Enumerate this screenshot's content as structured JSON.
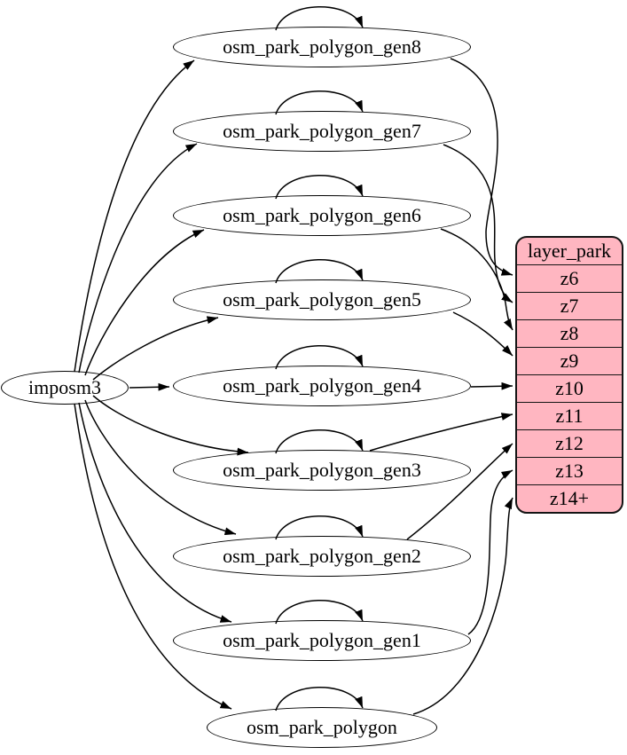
{
  "diagram": {
    "nodes": [
      {
        "id": "imposm3",
        "label": "imposm3"
      },
      {
        "id": "osm_park_polygon_gen8",
        "label": "osm_park_polygon_gen8"
      },
      {
        "id": "osm_park_polygon_gen7",
        "label": "osm_park_polygon_gen7"
      },
      {
        "id": "osm_park_polygon_gen6",
        "label": "osm_park_polygon_gen6"
      },
      {
        "id": "osm_park_polygon_gen5",
        "label": "osm_park_polygon_gen5"
      },
      {
        "id": "osm_park_polygon_gen4",
        "label": "osm_park_polygon_gen4"
      },
      {
        "id": "osm_park_polygon_gen3",
        "label": "osm_park_polygon_gen3"
      },
      {
        "id": "osm_park_polygon_gen2",
        "label": "osm_park_polygon_gen2"
      },
      {
        "id": "osm_park_polygon_gen1",
        "label": "osm_park_polygon_gen1"
      },
      {
        "id": "osm_park_polygon",
        "label": "osm_park_polygon"
      }
    ],
    "layer_table": {
      "title": "layer_park",
      "rows": [
        "z6",
        "z7",
        "z8",
        "z9",
        "z10",
        "z11",
        "z12",
        "z13",
        "z14+"
      ]
    },
    "edges": {
      "from_source": [
        "osm_park_polygon_gen8",
        "osm_park_polygon_gen7",
        "osm_park_polygon_gen6",
        "osm_park_polygon_gen5",
        "osm_park_polygon_gen4",
        "osm_park_polygon_gen3",
        "osm_park_polygon_gen2",
        "osm_park_polygon_gen1",
        "osm_park_polygon"
      ],
      "self_loops": [
        "osm_park_polygon_gen8",
        "osm_park_polygon_gen7",
        "osm_park_polygon_gen6",
        "osm_park_polygon_gen5",
        "osm_park_polygon_gen4",
        "osm_park_polygon_gen3",
        "osm_park_polygon_gen2",
        "osm_park_polygon_gen1",
        "osm_park_polygon"
      ],
      "to_rows": [
        {
          "from": "osm_park_polygon_gen8",
          "row": "z6"
        },
        {
          "from": "osm_park_polygon_gen7",
          "row": "z7"
        },
        {
          "from": "osm_park_polygon_gen6",
          "row": "z8"
        },
        {
          "from": "osm_park_polygon_gen5",
          "row": "z9"
        },
        {
          "from": "osm_park_polygon_gen4",
          "row": "z10"
        },
        {
          "from": "osm_park_polygon_gen3",
          "row": "z11"
        },
        {
          "from": "osm_park_polygon_gen2",
          "row": "z12"
        },
        {
          "from": "osm_park_polygon_gen1",
          "row": "z13"
        },
        {
          "from": "osm_park_polygon",
          "row": "z14+"
        }
      ]
    },
    "colors": {
      "table_fill": "#ffb6c1",
      "table_border": "#141414",
      "node_fill": "#ffffff",
      "node_border": "#000000",
      "edge": "#000000",
      "text": "#000000"
    }
  }
}
